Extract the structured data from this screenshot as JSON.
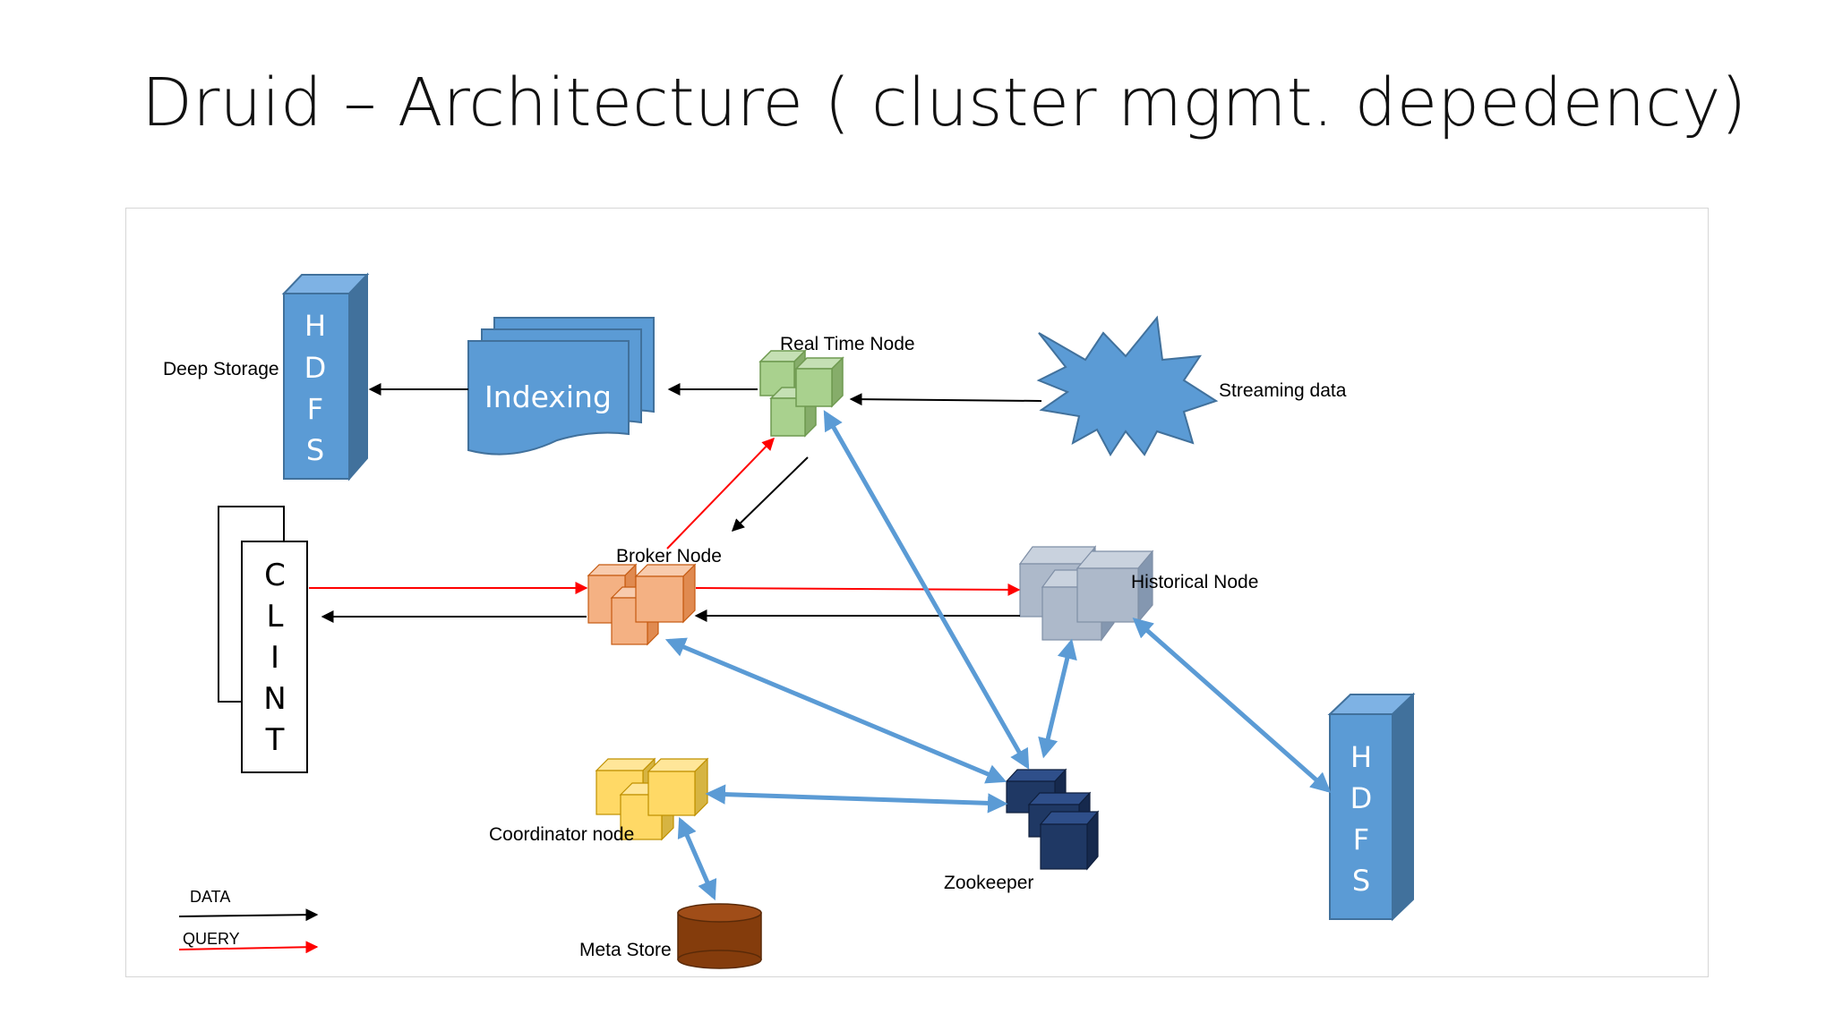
{
  "title": "Druid – Architecture ( cluster mgmt. depedency)",
  "nodes": {
    "deep_storage": "Deep Storage",
    "hdfs_top_letters": [
      "H",
      "D",
      "F",
      "S"
    ],
    "indexing": "Indexing",
    "real_time_node": "Real Time Node",
    "streaming_data": "Streaming data",
    "client_letters": [
      "C",
      "L",
      "I",
      "N",
      "T"
    ],
    "broker_node": "Broker Node",
    "historical_node": "Historical Node",
    "coordinator_node": "Coordinator node",
    "zookeeper": "Zookeeper",
    "meta_store": "Meta Store",
    "hdfs_bottom_letters": [
      "H",
      "D",
      "F",
      "S"
    ]
  },
  "legend": {
    "data": "DATA",
    "query": "QUERY"
  },
  "colors": {
    "hdfs": "#5b9bd5",
    "hdfs_dark": "#41719c",
    "real_time": "#a9d18e",
    "broker": "#f4b183",
    "historical": "#adb9ca",
    "coordinator": "#ffd966",
    "zookeeper": "#1f3864",
    "meta_store": "#843c0c",
    "data_arrow": "#000000",
    "query_arrow": "#ff0000",
    "mgmt_arrow": "#5b9bd5"
  }
}
